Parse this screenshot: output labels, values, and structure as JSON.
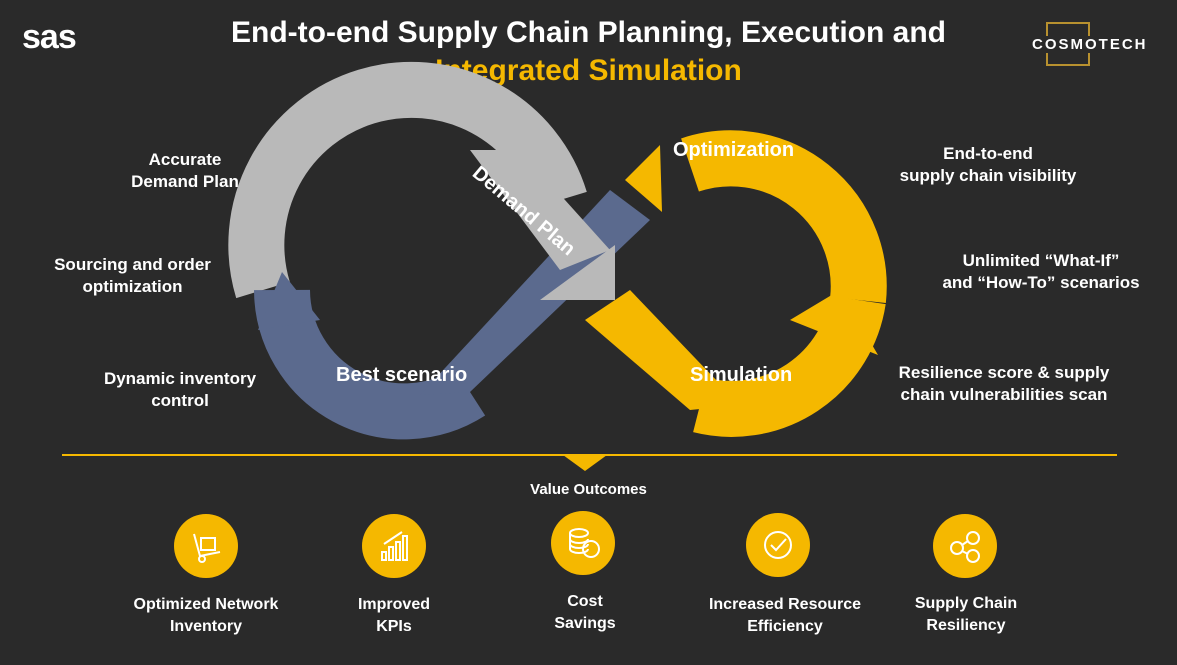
{
  "header": {
    "sas_logo": "sas",
    "title_line1": "End-to-end Supply Chain Planning, Execution and",
    "title_line2": "Integrated Simulation",
    "cosmotech_logo": "COSMOTECH"
  },
  "loop": {
    "demand_plan": "Demand Plan",
    "optimization": "Optimization",
    "simulation": "Simulation",
    "best_scenario": "Best scenario"
  },
  "left_labels": [
    "Accurate\nDemand Plan",
    "Sourcing and order\noptimization",
    "Dynamic inventory\ncontrol"
  ],
  "right_labels": [
    "End-to-end\nsupply chain visibility",
    "Unlimited “What-If”\nand “How-To” scenarios",
    "Resilience score & supply\nchain vulnerabilities scan"
  ],
  "value_outcomes_title": "Value Outcomes",
  "outcomes": [
    {
      "label": "Optimized Network\nInventory",
      "icon": "hand-truck-icon"
    },
    {
      "label": "Improved\nKPIs",
      "icon": "bar-chart-icon"
    },
    {
      "label": "Cost\nSavings",
      "icon": "coins-icon"
    },
    {
      "label": "Increased Resource\nEfficiency",
      "icon": "check-circle-icon"
    },
    {
      "label": "Supply Chain\nResiliency",
      "icon": "network-icon"
    }
  ],
  "colors": {
    "background": "#2a2a2a",
    "accent_yellow": "#f5b800",
    "gray_arrow": "#b9b9b9",
    "blue_arrow": "#5b6a8e"
  }
}
